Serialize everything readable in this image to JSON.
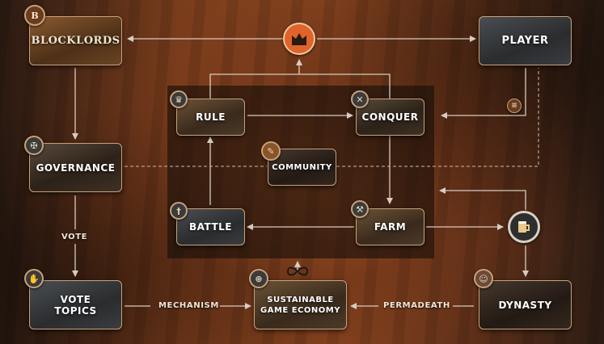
{
  "nodes": {
    "blocklords": "BLOCKLORDS",
    "player": "PLAYER",
    "rule": "RULE",
    "conquer": "CONQUER",
    "community": "COMMUNITY",
    "governance": "GOVERNANCE",
    "battle": "BATTLE",
    "farm": "FARM",
    "vote_topics": "VOTE\nTOPICS",
    "economy": "SUSTAINABLE\nGAME ECONOMY",
    "dynasty": "DYNASTY"
  },
  "edge_labels": {
    "vote": "VOTE",
    "mechanism": "MECHANISM",
    "permadeath": "PERMADEATH"
  },
  "badges": {
    "blocklords_logo": "B"
  },
  "icons": {
    "center": "crown-icon",
    "rule": "crown-icon",
    "conquer": "crossed-swords-icon",
    "community": "feather-icon",
    "governance": "shield-cross-icon",
    "battle": "sword-icon",
    "farm": "hammer-icon",
    "vote_topics": "hand-icon",
    "economy": "coin-icon",
    "dynasty": "face-icon",
    "player_link": "scroll-icon",
    "tavern": "beer-mug-icon",
    "infinity": "infinity-icon"
  },
  "colors": {
    "accent": "#e0642a",
    "border": "#c8a27a",
    "arrow": "#d8ccc0"
  }
}
